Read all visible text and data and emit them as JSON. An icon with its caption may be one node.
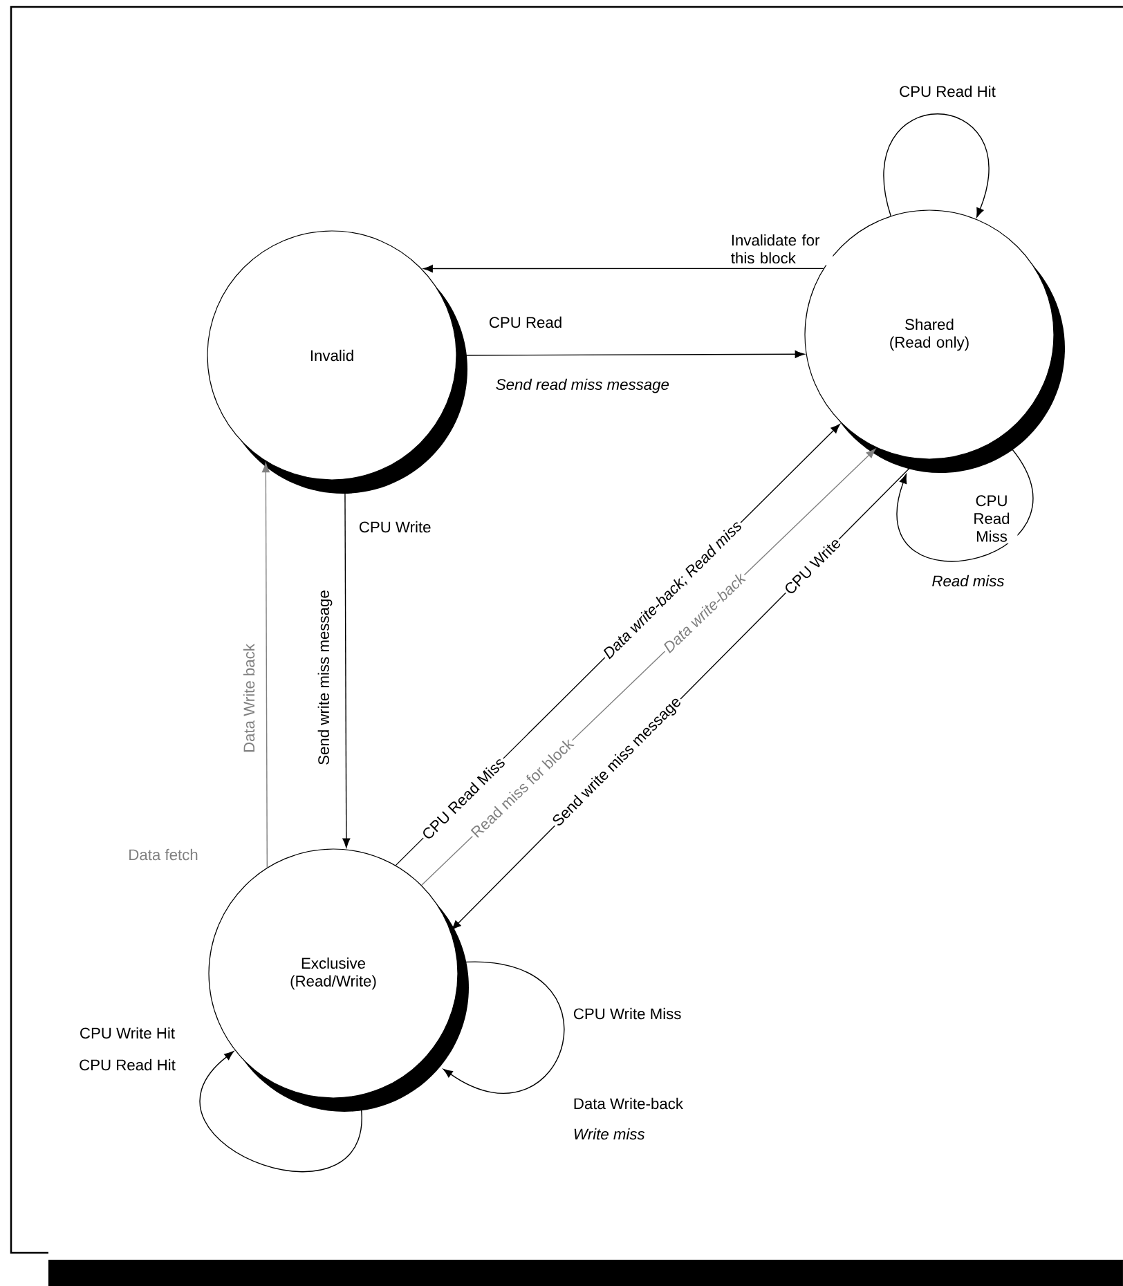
{
  "diagram": {
    "nodes": [
      {
        "text": [
          "Invalid"
        ]
      },
      {
        "text": [
          "Shared (Read only)"
        ]
      },
      {
        "text": [
          "Exclusive (Read/Write)"
        ]
      }
    ],
    "edges": [
      {
        "from": 1,
        "to": 0,
        "arrow": "to",
        "label": "Invalidate for this block"
      },
      {
        "from": 0,
        "to": 1,
        "arrow": "to",
        "label": "CPU Read"
      },
      {
        "from": 1,
        "to": 1,
        "arrow": "to",
        "label": "CPU Read Hit"
      },
      {
        "from": 1,
        "to": 1,
        "arrow": "to",
        "label": "CPU Read Miss"
      },
      {
        "from": 0,
        "to": 2,
        "arrow": "to",
        "label": "CPU Write"
      },
      {
        "from": 2,
        "to": 0,
        "arrow": "to",
        "label": "Data Write back",
        "color": "#808080"
      },
      {
        "from": 2,
        "to": 1,
        "arrow": "to",
        "label": "CPU Read Miss"
      },
      {
        "from": 2,
        "to": 1,
        "arrow": "to",
        "label": "Read miss for block",
        "color": "#808080"
      },
      {
        "from": 1,
        "to": 2,
        "arrow": "to",
        "label": "CPU Write"
      },
      {
        "from": 2,
        "to": 2,
        "arrow": "to",
        "label": "CPU Write Hit"
      },
      {
        "from": 2,
        "to": 2,
        "arrow": "to",
        "label": "CPU Write Miss"
      }
    ],
    "labels": [
      "Send read miss message",
      "Send write miss message",
      "Data fetch",
      "Data write-back; Read miss",
      "Data write-back",
      "Send write miss message",
      "Read miss",
      "CPU Read Hit",
      "Data Write-back",
      "Write miss"
    ]
  }
}
